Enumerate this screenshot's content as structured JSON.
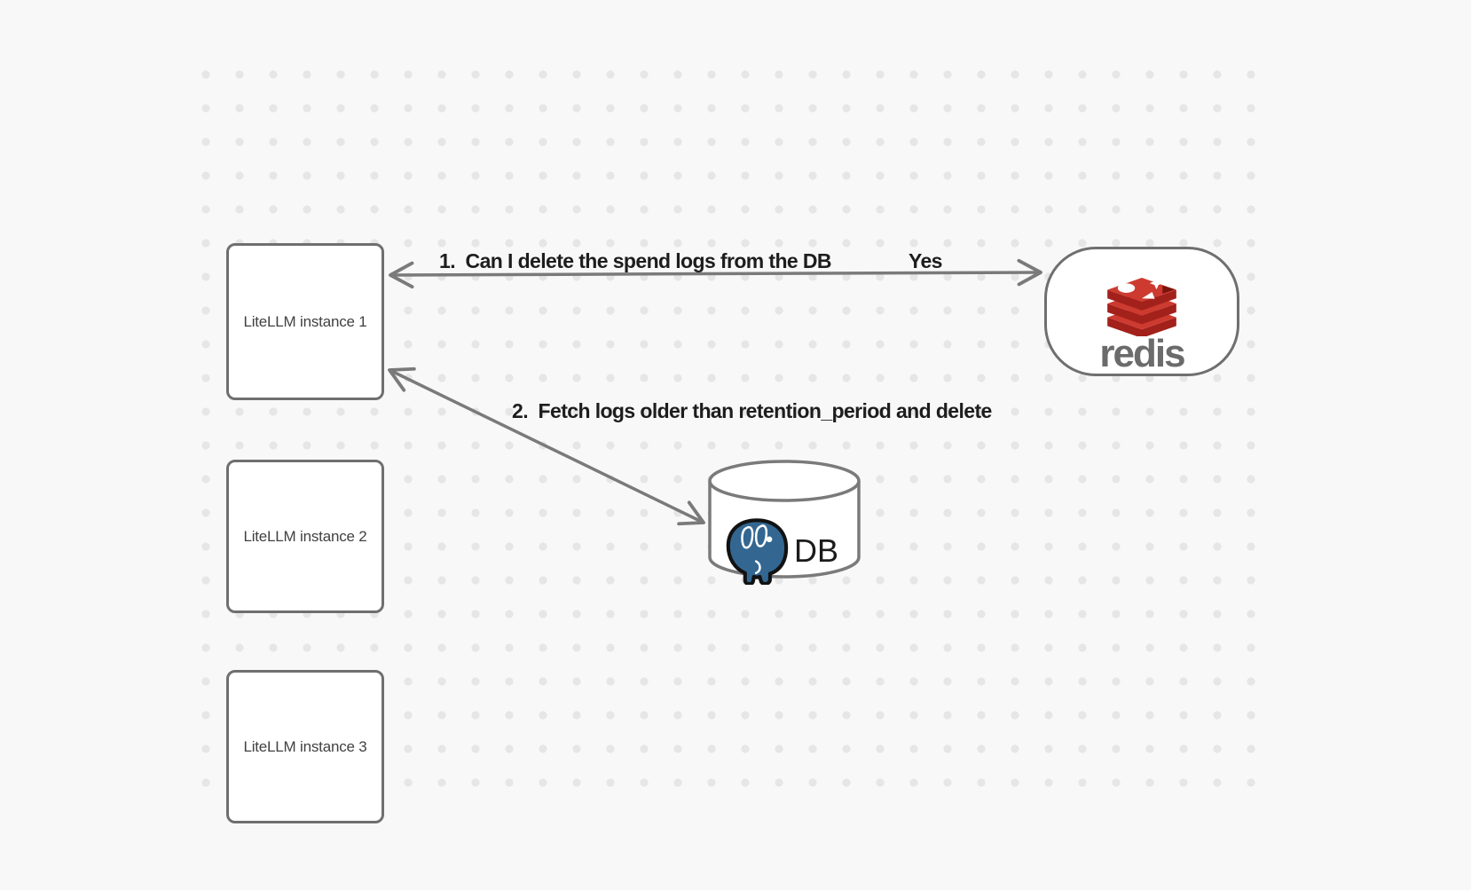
{
  "nodes": {
    "instance1": {
      "label": "LiteLLM instance 1"
    },
    "instance2": {
      "label": "LiteLLM instance 2"
    },
    "instance3": {
      "label": "LiteLLM instance 3"
    },
    "redis": {
      "wordmark": "redis"
    },
    "db": {
      "label": "DB"
    }
  },
  "edges": {
    "redis_question": {
      "label": "1.  Can I delete the spend logs from the DB",
      "response": "Yes"
    },
    "db_action": {
      "label": "2.  Fetch logs older than retention_period and delete"
    }
  },
  "icons": {
    "redis": "redis-logo",
    "postgres": "postgresql-elephant-logo"
  },
  "colors": {
    "background": "#f8f8f8",
    "dot": "#e6e6e6",
    "stroke": "#7a7a7a",
    "node_border": "#6f6f6f",
    "edge_label_text": "#1d1d1d",
    "box_label_text": "#414141",
    "redis_red": "#cd3a30",
    "redis_dark_red": "#a2211a",
    "redis_wordmark_gray": "#6b6b6b",
    "postgres_blue": "#336791",
    "db_label_text": "#1b1b1b"
  }
}
